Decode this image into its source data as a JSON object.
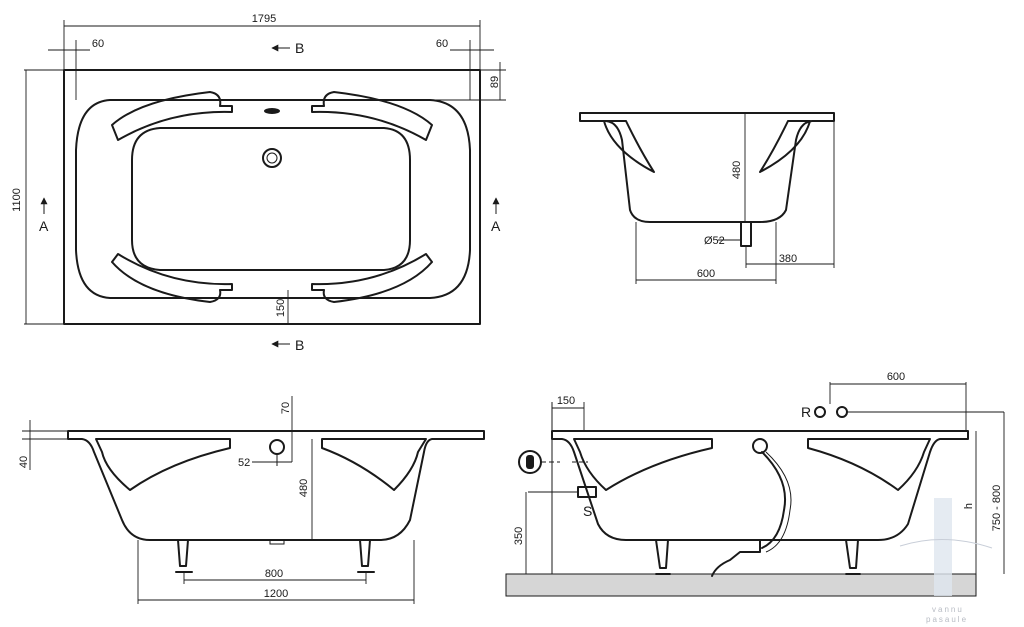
{
  "top_view": {
    "length": "1795",
    "edge_left": "60",
    "edge_right": "60",
    "rim_top": "89",
    "width": "1100",
    "bottom_offset": "150",
    "section_a_left": "A",
    "section_a_right": "A",
    "section_b_top": "B",
    "section_b_bottom": "B"
  },
  "section_a": {
    "height": "480",
    "drain_diameter": "Ø52",
    "drain_offset": "380",
    "base_width": "600"
  },
  "section_b": {
    "rim": "70",
    "flange": "40",
    "overflow": "52",
    "height": "480",
    "feet_span": "800",
    "base_length": "1200"
  },
  "install_view": {
    "offset": "150",
    "tap_distance": "600",
    "tap_label": "R",
    "siphon_label": "S",
    "siphon_height": "350",
    "height_label": "h",
    "height_range": "750 - 800"
  },
  "watermark": {
    "line1": "vannu",
    "line2": "pasaule"
  },
  "colors": {
    "line": "#1a1a1a",
    "floor": "#d6d6d6",
    "watermark": "#b8bcc4"
  }
}
